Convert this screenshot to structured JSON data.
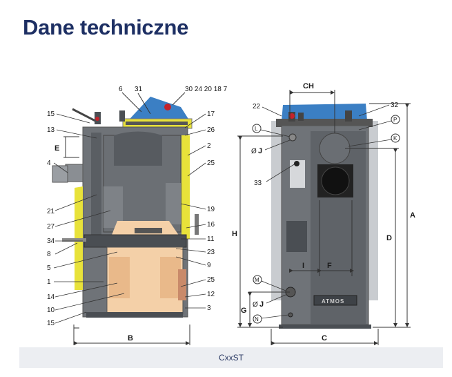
{
  "title": "Dane techniczne",
  "model_label": "CxxST",
  "colors": {
    "title": "#1d2f63",
    "body_gray": "#6f7378",
    "dark_gray": "#4a4e53",
    "yellow": "#e8e23a",
    "blue": "#3b7fc4",
    "peach": "#f4d0a8",
    "red": "#c4232b"
  },
  "side_view": {
    "labels_left": [
      "15",
      "13",
      "E",
      "4",
      "21",
      "27",
      "34",
      "8",
      "5",
      "1",
      "14",
      "10",
      "15"
    ],
    "labels_top": [
      "6",
      "31",
      "30 24 20 18 7"
    ],
    "labels_right": [
      "17",
      "26",
      "2",
      "25",
      "19",
      "16",
      "11",
      "23",
      "9",
      "25",
      "12",
      "3"
    ],
    "dimension_bottom": "B"
  },
  "front_view": {
    "dimension_top": "CH",
    "labels_left_top": [
      "22",
      "L",
      "J"
    ],
    "label_33": "33",
    "labels_right": [
      "32",
      "P",
      "K"
    ],
    "dimension_H": "H",
    "dimension_A": "A",
    "dimension_D": "D",
    "dimension_I": "I",
    "dimension_F": "F",
    "labels_bottom_left": [
      "M",
      "J",
      "G",
      "N"
    ],
    "dimension_bottom": "C",
    "plate_text": "ATMOS"
  }
}
